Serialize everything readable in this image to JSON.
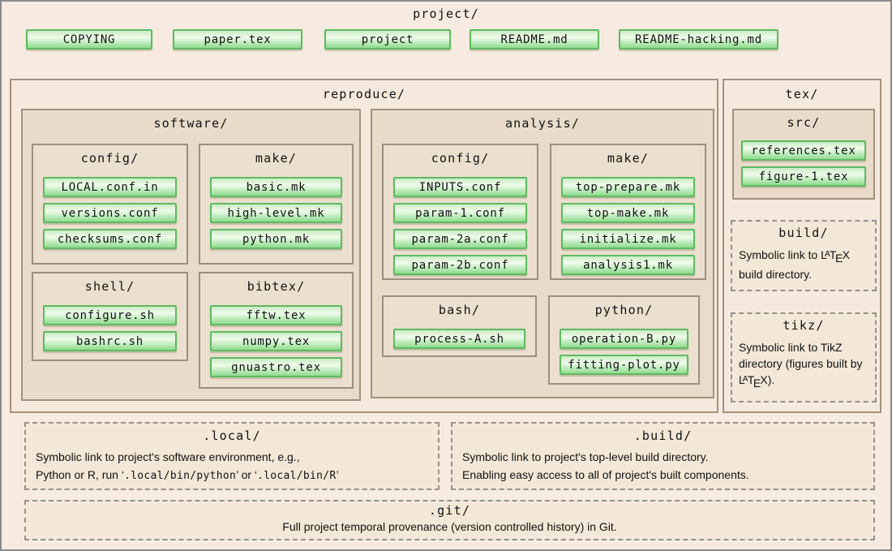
{
  "colors": {
    "page_background": "#f7ebe1",
    "box_fill_tan": "#e8dbca",
    "box_border_brown": "#a3917e",
    "dashed_fill": "#f3e7d7",
    "file_green_border": "#5eba60",
    "file_green_top": "#c9ecc2",
    "file_green_bottom": "#8edb8e"
  },
  "root": {
    "title": "project/",
    "files": [
      "COPYING",
      "paper.tex",
      "project",
      "README.md",
      "README-hacking.md"
    ]
  },
  "reproduce": {
    "title": "reproduce/",
    "software": {
      "title": "software/",
      "config": {
        "title": "config/",
        "files": [
          "LOCAL.conf.in",
          "versions.conf",
          "checksums.conf"
        ]
      },
      "make": {
        "title": "make/",
        "files": [
          "basic.mk",
          "high-level.mk",
          "python.mk"
        ]
      },
      "shell": {
        "title": "shell/",
        "files": [
          "configure.sh",
          "bashrc.sh"
        ]
      },
      "bibtex": {
        "title": "bibtex/",
        "files": [
          "fftw.tex",
          "numpy.tex",
          "gnuastro.tex"
        ]
      }
    },
    "analysis": {
      "title": "analysis/",
      "config": {
        "title": "config/",
        "files": [
          "INPUTS.conf",
          "param-1.conf",
          "param-2a.conf",
          "param-2b.conf"
        ]
      },
      "make": {
        "title": "make/",
        "files": [
          "top-prepare.mk",
          "top-make.mk",
          "initialize.mk",
          "analysis1.mk"
        ]
      },
      "bash": {
        "title": "bash/",
        "files": [
          "process-A.sh"
        ]
      },
      "python": {
        "title": "python/",
        "files": [
          "operation-B.py",
          "fitting-plot.py"
        ]
      }
    }
  },
  "tex": {
    "title": "tex/",
    "src": {
      "title": "src/",
      "files": [
        "references.tex",
        "figure-1.tex"
      ]
    },
    "build": {
      "title": "build/",
      "desc": [
        {
          "t": "Symbolic link to "
        },
        {
          "t": "LaTeX",
          "latex": true
        },
        {
          "t": " build directory."
        }
      ]
    },
    "tikz": {
      "title": "tikz/",
      "desc": [
        {
          "t": "Symbolic link to TikZ directory (figures built by "
        },
        {
          "t": "LaTeX",
          "latex": true
        },
        {
          "t": ")."
        }
      ]
    }
  },
  "dot_local": {
    "title": ".local/",
    "lines": [
      [
        {
          "t": "Symbolic link to project's software environment, e.g.,"
        }
      ],
      [
        {
          "t": "Python or R, run ‘"
        },
        {
          "t": ".local/bin/python",
          "mono": true
        },
        {
          "t": "’ or ‘"
        },
        {
          "t": ".local/bin/R",
          "mono": true
        },
        {
          "t": "’"
        }
      ]
    ]
  },
  "dot_build": {
    "title": ".build/",
    "lines": [
      [
        {
          "t": "Symbolic link to project's top-level build directory."
        }
      ],
      [
        {
          "t": "Enabling easy access to all of project's built components."
        }
      ]
    ]
  },
  "dot_git": {
    "title": ".git/",
    "lines": [
      [
        {
          "t": "Full project temporal provenance (version controlled history) in Git."
        }
      ]
    ]
  }
}
